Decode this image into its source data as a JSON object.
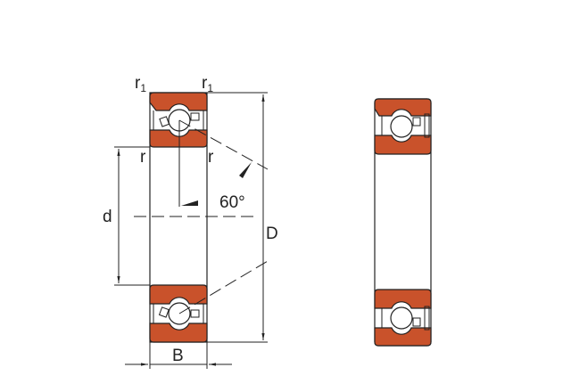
{
  "labels": {
    "r1_left": "r",
    "r1_left_sub": "1",
    "r1_right": "r",
    "r1_right_sub": "1",
    "r_left": "r",
    "r_right": "r",
    "inner_diameter": "d",
    "outer_diameter": "D",
    "width": "B",
    "contact_angle": "60°"
  },
  "colors": {
    "ring_fill": "#c9522b",
    "line": "#222222"
  }
}
